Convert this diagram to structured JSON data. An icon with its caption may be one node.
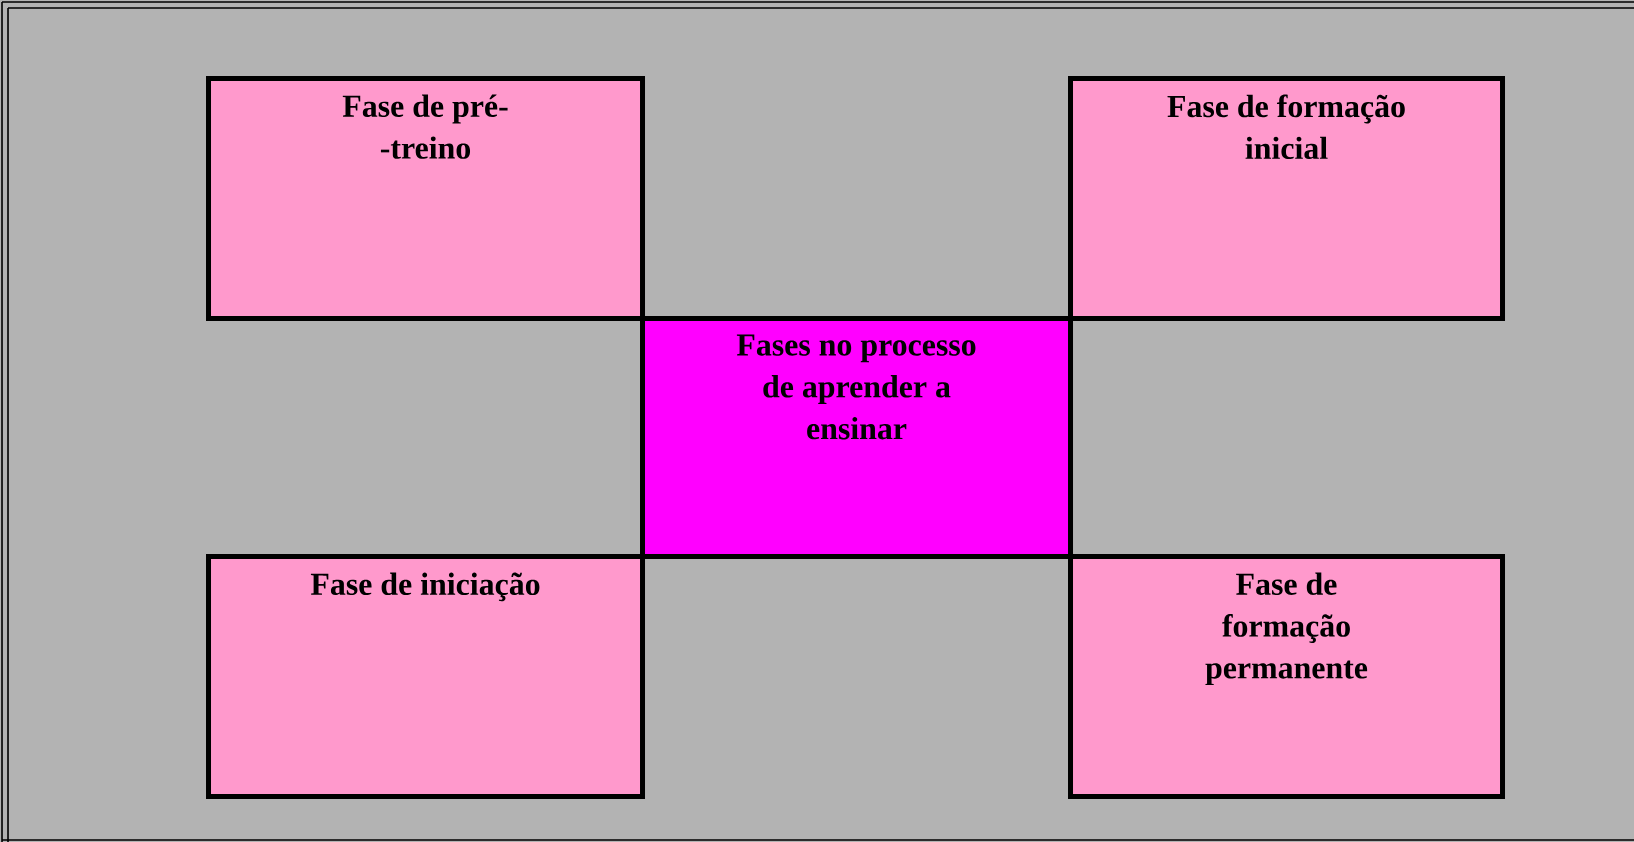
{
  "diagram": {
    "nodes": [
      {
        "text": [
          "Fase de pré- -treino"
        ]
      },
      {
        "text": [
          "Fase de formação inicial"
        ]
      },
      {
        "text": [
          "Fases no processo de aprender a ensinar"
        ]
      },
      {
        "text": [
          "Fase de iniciação"
        ]
      },
      {
        "text": [
          "Fase de formação permanente"
        ]
      }
    ]
  }
}
